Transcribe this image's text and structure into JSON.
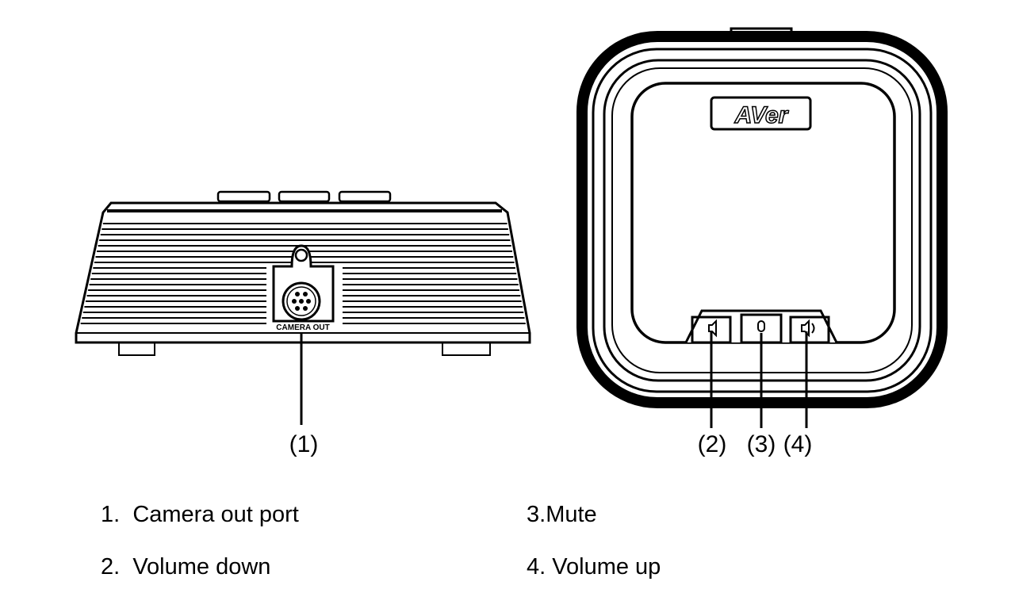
{
  "figure": {
    "side_view": {
      "port_label": "CAMERA OUT",
      "callout": "(1)"
    },
    "top_view": {
      "logo_text": "AVer",
      "callouts": [
        "(2)",
        "(3)",
        "(4)"
      ]
    }
  },
  "legend": {
    "items": [
      {
        "number": "1.",
        "text": "Camera out port"
      },
      {
        "number": "2.",
        "text": "Volume down"
      },
      {
        "number": "3.",
        "text": "Mute"
      },
      {
        "number": "4.",
        "text": "Volume up"
      }
    ]
  }
}
